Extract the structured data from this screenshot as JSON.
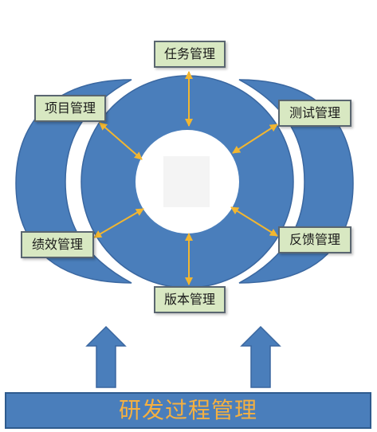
{
  "diagram": {
    "nodes": {
      "task": "任务管理",
      "project": "项目管理",
      "test": "测试管理",
      "performance": "绩效管理",
      "feedback": "反馈管理",
      "release": "版本管理"
    },
    "foundation": "研发过程管理"
  },
  "colors": {
    "ring_blue": "#4a7ebb",
    "ring_stroke": "#3a67a0",
    "center_white": "#ffffff",
    "arrow_gold": "#f2b630",
    "box_fill": "#d8e8c2",
    "box_border": "#5a6670",
    "bar_text": "#f5b040"
  }
}
